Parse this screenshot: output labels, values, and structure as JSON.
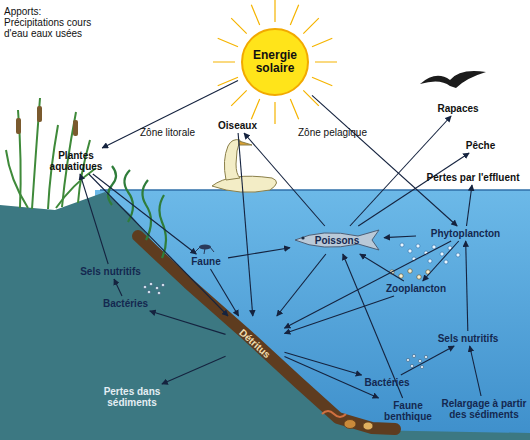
{
  "diagram": {
    "nodes": [
      {
        "text": [
          "Energie solaire"
        ]
      },
      {
        "text": [
          "Plantes aquatiques"
        ]
      },
      {
        "text": [
          "Oiseaux"
        ]
      },
      {
        "text": [
          "Rapaces"
        ]
      },
      {
        "text": [
          "Pêche"
        ]
      },
      {
        "text": [
          "Pertes par l'effluent"
        ]
      },
      {
        "text": [
          "Faune"
        ]
      },
      {
        "text": [
          "Poissons"
        ]
      },
      {
        "text": [
          "Phytoplancton"
        ]
      },
      {
        "text": [
          "Zooplancton"
        ]
      },
      {
        "text": [
          "Sels nutritifs"
        ]
      },
      {
        "text": [
          "Bactéries"
        ]
      },
      {
        "text": [
          "Détritus"
        ]
      },
      {
        "text": [
          "Sels nutritifs"
        ]
      },
      {
        "text": [
          "Bactéries"
        ]
      },
      {
        "text": [
          "Pertes dans sédiments"
        ]
      },
      {
        "text": [
          "Faune benthique"
        ]
      },
      {
        "text": [
          "Relargage à partir des sédiments"
        ]
      }
    ],
    "edges": [
      {
        "from": 0,
        "to": 1,
        "arrow": "to"
      },
      {
        "from": 0,
        "to": 8,
        "arrow": "to"
      },
      {
        "from": 10,
        "to": 1,
        "arrow": "to"
      },
      {
        "from": 11,
        "to": 10,
        "arrow": "to"
      },
      {
        "from": 12,
        "to": 11,
        "arrow": "to"
      },
      {
        "from": 1,
        "to": 6,
        "arrow": "to"
      },
      {
        "from": 6,
        "to": 7,
        "arrow": "to"
      },
      {
        "from": 7,
        "to": 2,
        "arrow": "to"
      },
      {
        "from": 7,
        "to": 3,
        "arrow": "to"
      },
      {
        "from": 7,
        "to": 4,
        "arrow": "to"
      },
      {
        "from": 8,
        "to": 5,
        "arrow": "to"
      },
      {
        "from": 8,
        "to": 9,
        "arrow": "to"
      },
      {
        "from": 9,
        "to": 7,
        "arrow": "to"
      },
      {
        "from": 8,
        "to": 7,
        "arrow": "to"
      },
      {
        "from": 13,
        "to": 8,
        "arrow": "to"
      },
      {
        "from": 14,
        "to": 13,
        "arrow": "to"
      },
      {
        "from": 17,
        "to": 13,
        "arrow": "to"
      },
      {
        "from": 12,
        "to": 14,
        "arrow": "to"
      },
      {
        "from": 16,
        "to": 7,
        "arrow": "to"
      },
      {
        "from": 12,
        "to": 15,
        "arrow": "to"
      },
      {
        "from": 12,
        "to": 16,
        "arrow": "to"
      },
      {
        "from": 1,
        "to": 12,
        "arrow": "to"
      },
      {
        "from": 6,
        "to": 12,
        "arrow": "to"
      },
      {
        "from": 2,
        "to": 12,
        "arrow": "to"
      },
      {
        "from": 7,
        "to": 12,
        "arrow": "to"
      },
      {
        "from": 9,
        "to": 12,
        "arrow": "to"
      },
      {
        "from": 8,
        "to": 12,
        "arrow": "to"
      }
    ],
    "labels": [
      "Apports: Précipitations cours d'eau eaux usées",
      "Zône litorale",
      "Zône pelagique"
    ]
  }
}
